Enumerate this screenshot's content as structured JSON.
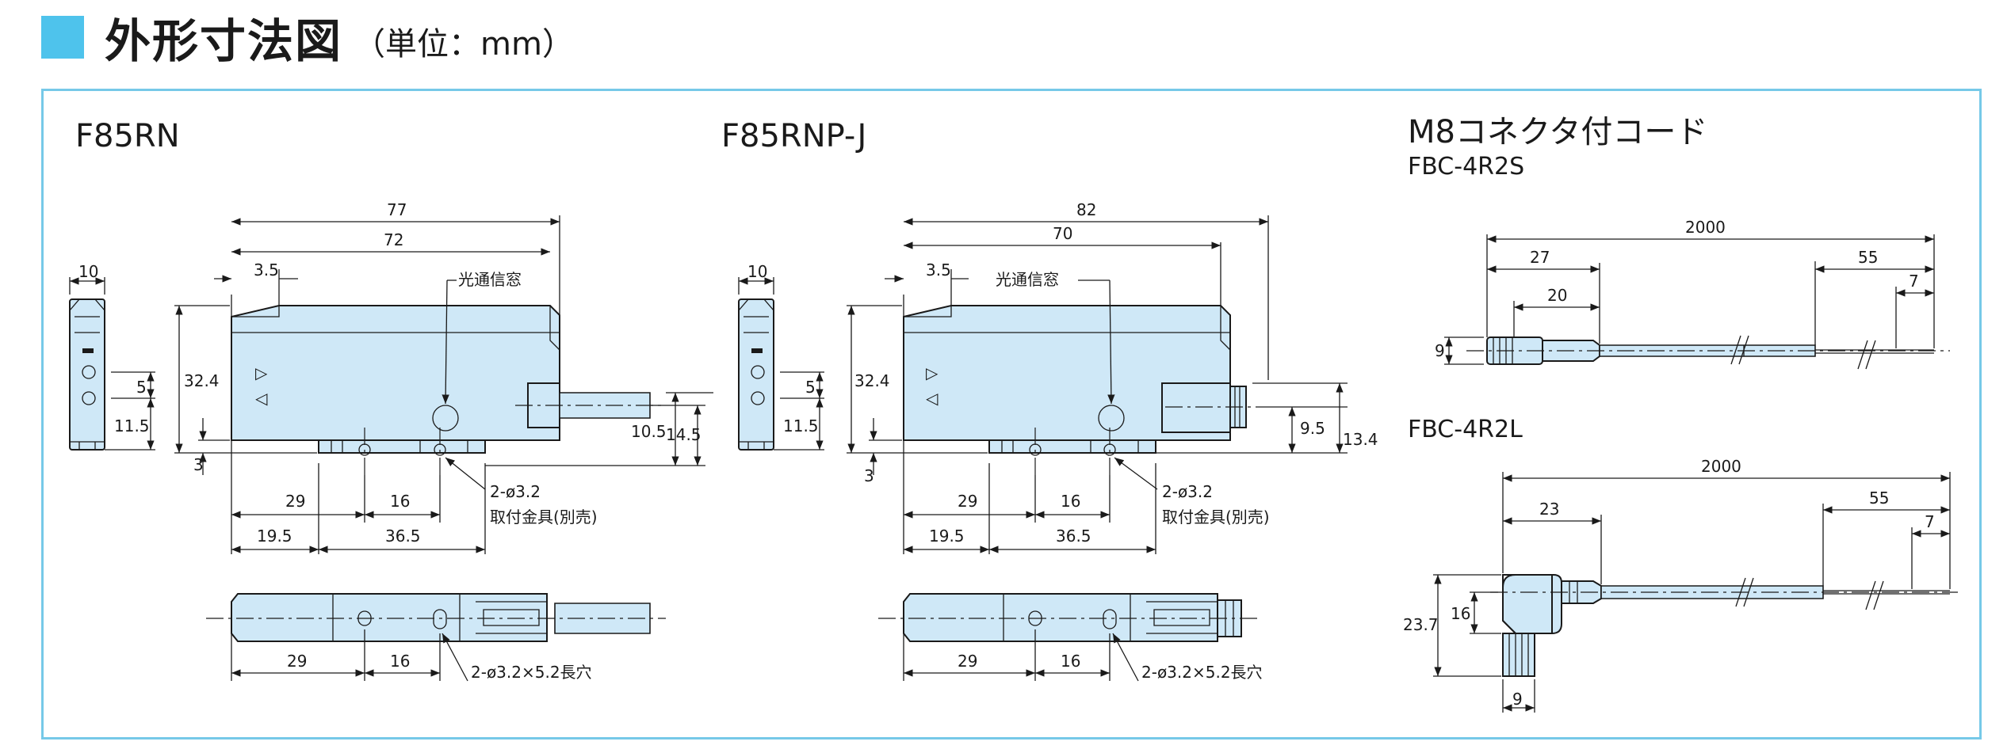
{
  "header": {
    "title": "外形寸法図",
    "unit": "（単位：mm）",
    "accent_color": "#4ec3ec",
    "frame_color": "#76c9e8",
    "body_fill": "#cfe8f7"
  },
  "f85rn": {
    "title": "F85RN",
    "dims": {
      "total": "77",
      "body": "72",
      "offset": "3.5",
      "width": "10",
      "height": "32.4",
      "hole_pitch": "5",
      "hole_base": "11.5",
      "base": "3",
      "cable_h": "10.5",
      "cable_h2": "14.5",
      "b1": "29",
      "b2": "16",
      "c1": "19.5",
      "c2": "36.5",
      "bottom1": "29",
      "bottom2": "16"
    },
    "labels": {
      "window": "光通信窓",
      "holes": "2-ø3.2",
      "bracket": "取付金具(別売)",
      "slots": "2-ø3.2×5.2長穴"
    },
    "marks": [
      "▷",
      "◁"
    ]
  },
  "f85rnpj": {
    "title": "F85RNP-J",
    "dims": {
      "total": "82",
      "body": "70",
      "offset": "3.5",
      "width": "10",
      "height": "32.4",
      "hole_pitch": "5",
      "hole_base": "11.5",
      "base": "3",
      "conn_h": "9.5",
      "conn_h2": "13.4",
      "b1": "29",
      "b2": "16",
      "c1": "19.5",
      "c2": "36.5",
      "bottom1": "29",
      "bottom2": "16"
    },
    "labels": {
      "window": "光通信窓",
      "holes": "2-ø3.2",
      "bracket": "取付金具(別売)",
      "slots": "2-ø3.2×5.2長穴"
    },
    "marks": [
      "▷",
      "◁"
    ]
  },
  "m8": {
    "title": "M8コネクタ付コード",
    "fbc_s": {
      "model": "FBC-4R2S",
      "total": "2000",
      "d27": "27",
      "d20": "20",
      "d55": "55",
      "d7": "7",
      "d9": "9"
    },
    "fbc_l": {
      "model": "FBC-4R2L",
      "total": "2000",
      "d23": "23",
      "d55": "55",
      "d7": "7",
      "d16": "16",
      "d237": "23.7",
      "d9": "9"
    }
  }
}
